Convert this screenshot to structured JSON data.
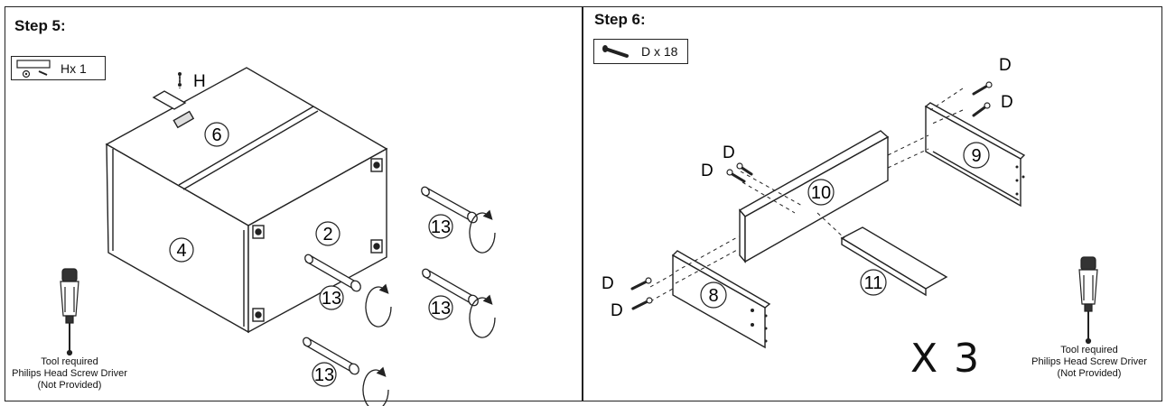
{
  "step5": {
    "title": "Step 5:",
    "hardware": {
      "icon": "cam-lock-icon",
      "label": "Hx 1"
    },
    "labels": {
      "hardware_letter": "H",
      "panel_top": "6",
      "panel_side": "4",
      "panel_front": "2",
      "dowel_a": "13",
      "dowel_b": "13",
      "dowel_c": "13",
      "dowel_d": "13"
    },
    "tool": {
      "icon": "screwdriver-icon",
      "line1": "Tool required",
      "line2": "Philips Head Screw Driver",
      "line3": "(Not Provided)"
    }
  },
  "step6": {
    "title": "Step 6:",
    "hardware": {
      "icon": "screw-icon",
      "label": "D x 18"
    },
    "labels": {
      "screw_1": "D",
      "screw_2": "D",
      "screw_3": "D",
      "screw_4": "D",
      "screw_5": "D",
      "screw_6": "D",
      "panel_back": "10",
      "panel_right": "9",
      "panel_left": "8",
      "panel_bottom": "11"
    },
    "multiplier": "X 3",
    "tool": {
      "icon": "screwdriver-icon",
      "line1": "Tool required",
      "line2": "Philips Head Screw Driver",
      "line3": "(Not Provided)"
    }
  }
}
